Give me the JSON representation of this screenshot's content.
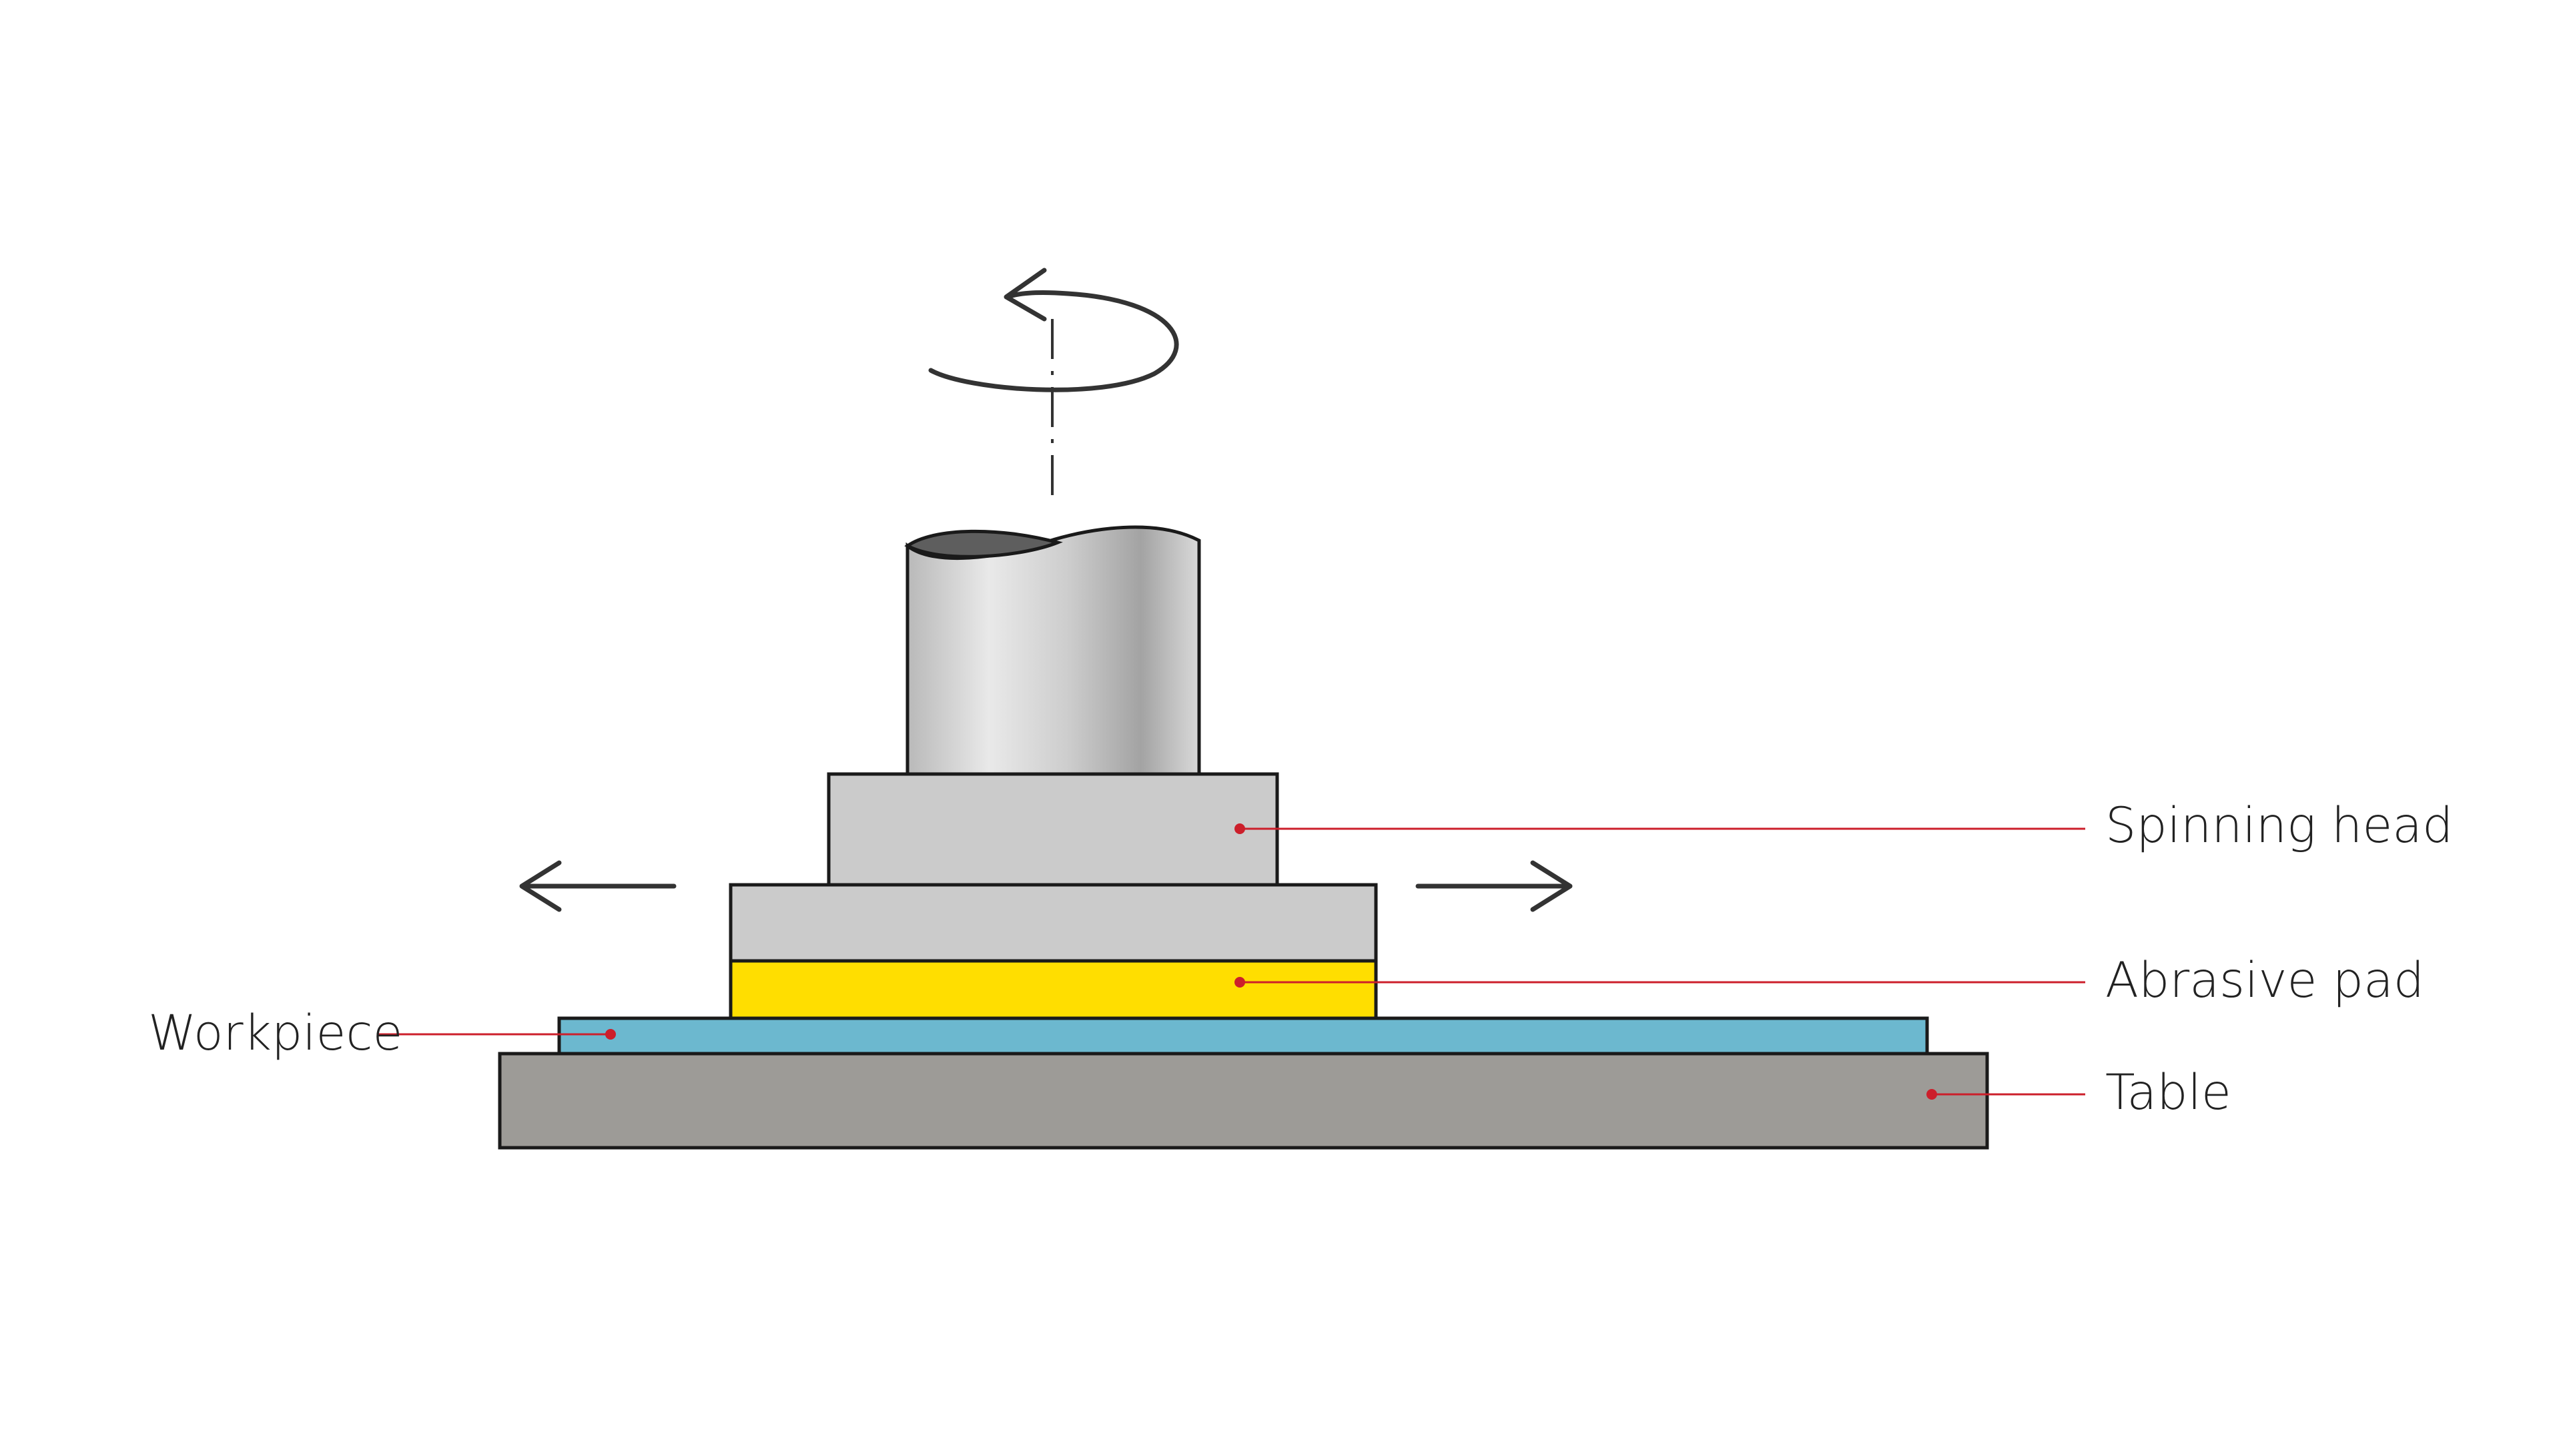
{
  "labels": {
    "spinning_head": "Spinning head",
    "abrasive_pad": "Abrasive pad",
    "workpiece": "Workpiece",
    "table": "Table"
  },
  "colors": {
    "outline": "#1a1a1a",
    "arrow": "#333333",
    "leader_line": "#cc1f2b",
    "spinning_head_fill": "#cbcbcb",
    "abrasive_pad_fill": "#ffde00",
    "workpiece_fill": "#6cb8cf",
    "table_fill": "#9d9b97",
    "shaft_highlight": "#e8e8e8",
    "shaft_shadow": "#a6a6a6",
    "shaft_top_dark": "#5e5e5e"
  },
  "icons": {
    "rotation": "rotation-arrow-icon",
    "move_left": "arrow-left-icon",
    "move_right": "arrow-right-icon"
  }
}
